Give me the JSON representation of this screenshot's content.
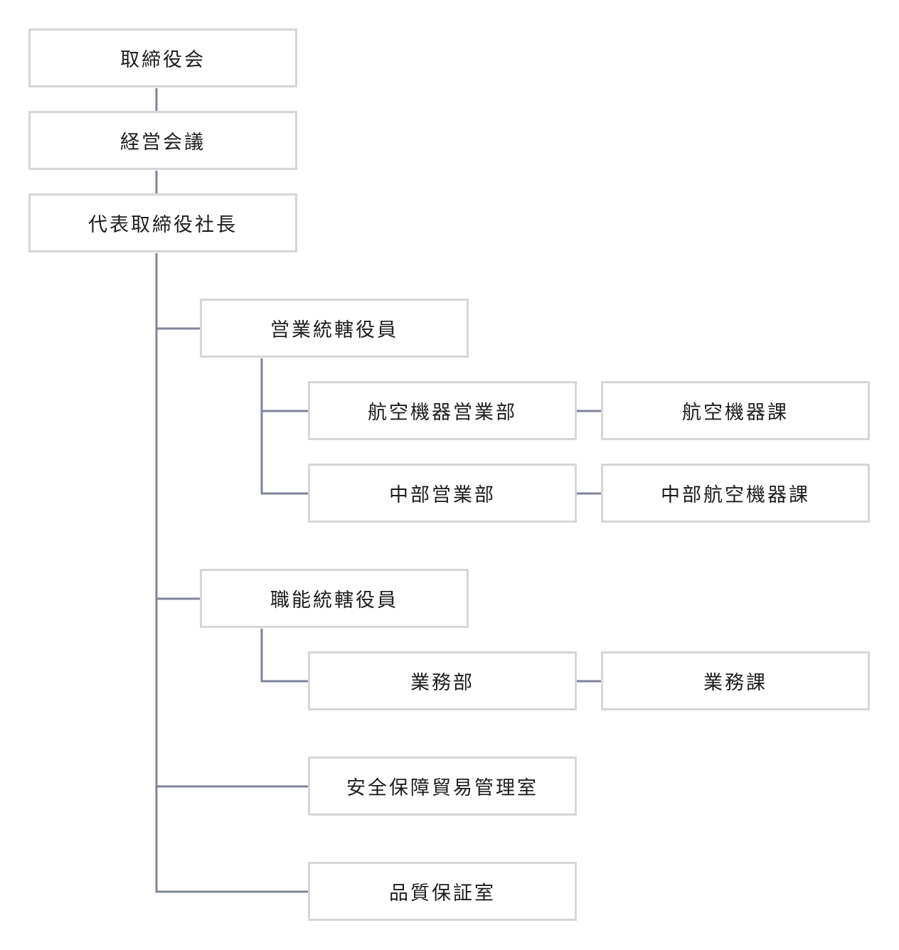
{
  "org_chart": {
    "board": "取締役会",
    "management_meeting": "経営会議",
    "president": "代表取締役社長",
    "sales_officer": "営業統轄役員",
    "aviation_sales_dept": "航空機器営業部",
    "aviation_section": "航空機器課",
    "chubu_sales_dept": "中部営業部",
    "chubu_aviation_section": "中部航空機器課",
    "function_officer": "職能統轄役員",
    "business_dept": "業務部",
    "business_section": "業務課",
    "security_trade_office": "安全保障貿易管理室",
    "quality_assurance_office": "品質保証室"
  },
  "colors": {
    "connector": "#80849a",
    "box_border": "#d6d6d6",
    "text": "#1d1d1d"
  }
}
